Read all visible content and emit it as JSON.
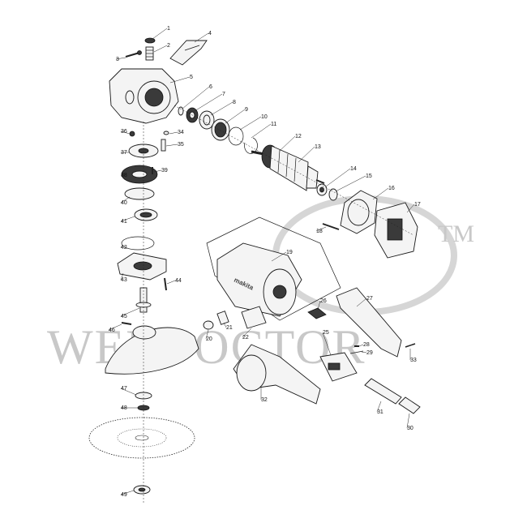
{
  "watermark": {
    "text": "WELDOCTOR",
    "trademark": "TM"
  },
  "part_labels": [
    "1",
    "2",
    "3",
    "4",
    "5",
    "6",
    "7",
    "8",
    "9",
    "10",
    "11",
    "12",
    "13",
    "14",
    "15",
    "16",
    "17",
    "18",
    "19",
    "20",
    "21",
    "22",
    "25",
    "26",
    "27",
    "28",
    "29",
    "30",
    "31",
    "32",
    "33",
    "34",
    "35",
    "36",
    "37",
    "38",
    "39",
    "40",
    "41",
    "42",
    "43",
    "44",
    "45",
    "46",
    "47",
    "48",
    "49"
  ],
  "brand_text": "makita"
}
